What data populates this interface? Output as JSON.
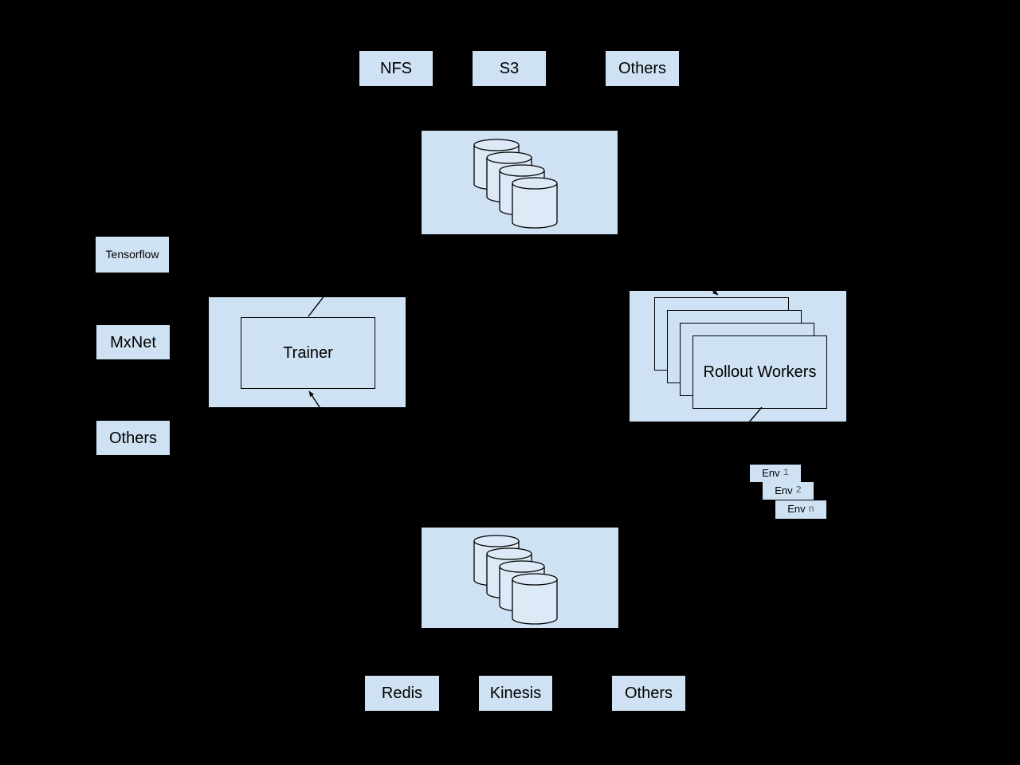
{
  "diagram": {
    "title_note": "distributed RL architecture diagram",
    "storage_backends_top": [
      "NFS",
      "S3",
      "Others"
    ],
    "frameworks": [
      "Tensorflow",
      "MxNet",
      "Others"
    ],
    "trainer_label": "Trainer",
    "rollout_label": "Rollout Workers",
    "environments": [
      {
        "name": "Env",
        "index": "1"
      },
      {
        "name": "Env",
        "index": "2"
      },
      {
        "name": "Env",
        "index": "n"
      }
    ],
    "memory_backends_bottom": [
      "Redis",
      "Kinesis",
      "Others"
    ]
  },
  "colors": {
    "background": "#000000",
    "box_fill": "#cfe2f3",
    "cylinder_fill": "#dde9f6",
    "line": "#000000",
    "env_index": "#595959"
  }
}
